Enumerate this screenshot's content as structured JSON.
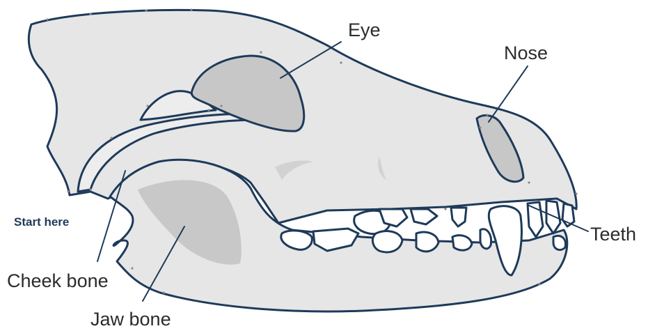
{
  "labels": {
    "eye": "Eye",
    "nose": "Nose",
    "teeth": "Teeth",
    "start": "Start here",
    "cheek": "Cheek bone",
    "jaw": "Jaw bone"
  },
  "colors": {
    "outline": "#1e3a5a",
    "bone": "#e6e6e6",
    "socket": "#c7c7c7",
    "text": "#2b2b2b"
  }
}
